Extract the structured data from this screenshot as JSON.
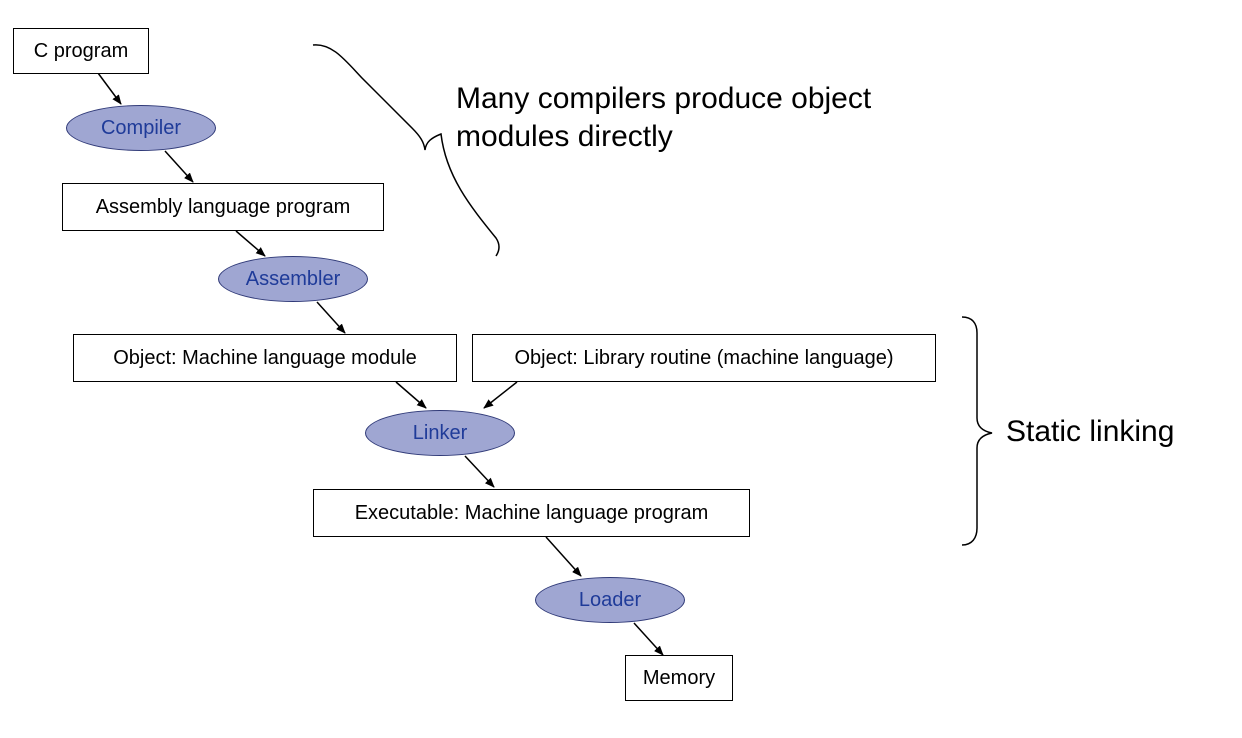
{
  "colors": {
    "box_border": "#000000",
    "box_fill": "#ffffff",
    "tool_fill": "#9fa6d2",
    "tool_border": "#303a78",
    "tool_text": "#1f3b99",
    "arrow": "#000000"
  },
  "files": {
    "c_program": "C program",
    "assembly_program": "Assembly language program",
    "object_module": "Object: Machine language module",
    "library_routine": "Object: Library routine (machine language)",
    "executable": "Executable: Machine language program",
    "memory": "Memory"
  },
  "tools": {
    "compiler": "Compiler",
    "assembler": "Assembler",
    "linker": "Linker",
    "loader": "Loader"
  },
  "annotations": {
    "compiler_note_line1": "Many compilers produce object",
    "compiler_note_line2": "modules directly",
    "static_linking": "Static linking"
  }
}
